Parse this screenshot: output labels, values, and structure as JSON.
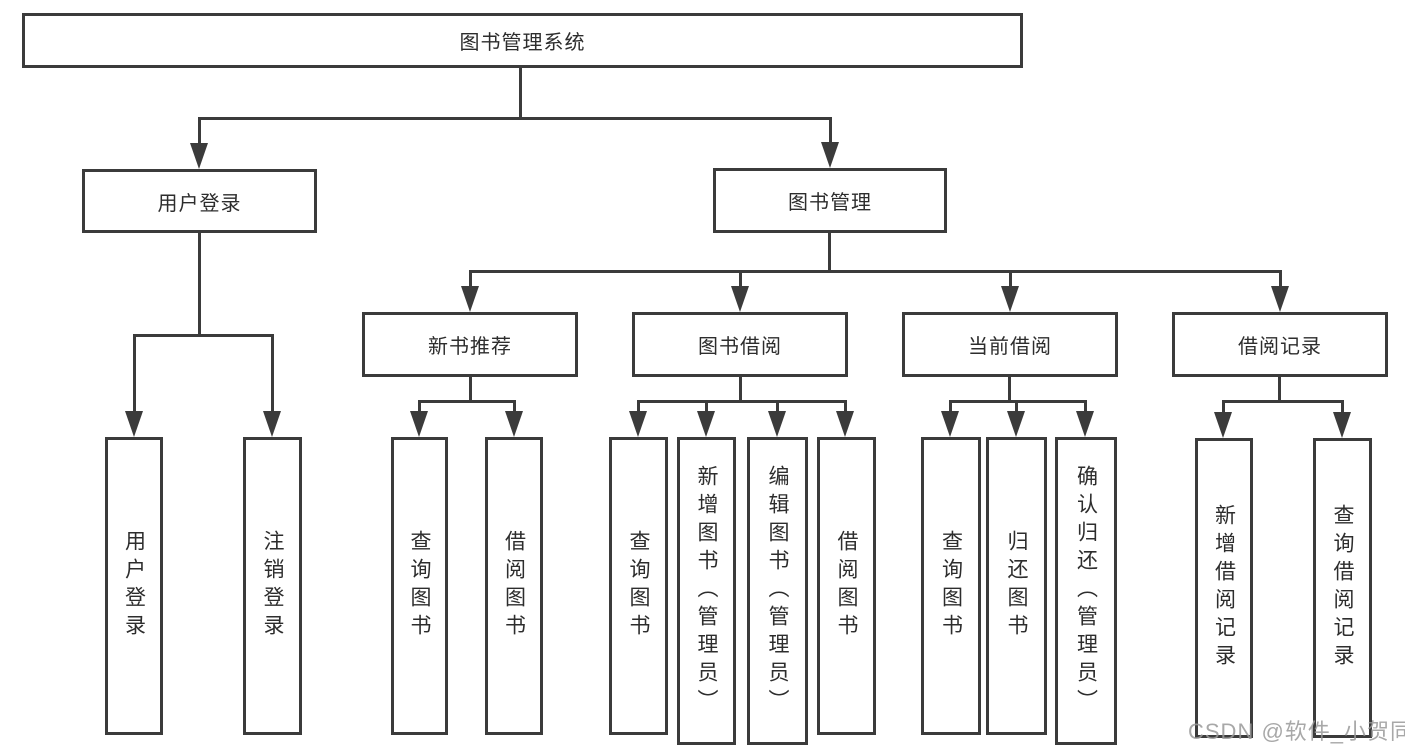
{
  "diagram": {
    "root": {
      "label": "图书管理系统"
    },
    "level2": [
      {
        "label": "用户登录",
        "children": [
          {
            "label": "用户登录"
          },
          {
            "label": "注销登录"
          }
        ]
      },
      {
        "label": "图书管理",
        "children": [
          {
            "label": "新书推荐",
            "children": [
              {
                "label": "查询图书"
              },
              {
                "label": "借阅图书"
              }
            ]
          },
          {
            "label": "图书借阅",
            "children": [
              {
                "label": "查询图书"
              },
              {
                "label": "新增图书（管理员）"
              },
              {
                "label": "编辑图书（管理员）"
              },
              {
                "label": "借阅图书"
              }
            ]
          },
          {
            "label": "当前借阅",
            "children": [
              {
                "label": "查询图书"
              },
              {
                "label": "归还图书"
              },
              {
                "label": "确认归还（管理员）"
              }
            ]
          },
          {
            "label": "借阅记录",
            "children": [
              {
                "label": "新增借阅记录"
              },
              {
                "label": "查询借阅记录"
              }
            ]
          }
        ]
      }
    ],
    "watermark": "CSDN @软件_小贺同学",
    "colors": {
      "line": "#3b3b3b",
      "text": "#2d2d2d",
      "watermark": "#9a9a9a",
      "background": "#ffffff"
    }
  }
}
